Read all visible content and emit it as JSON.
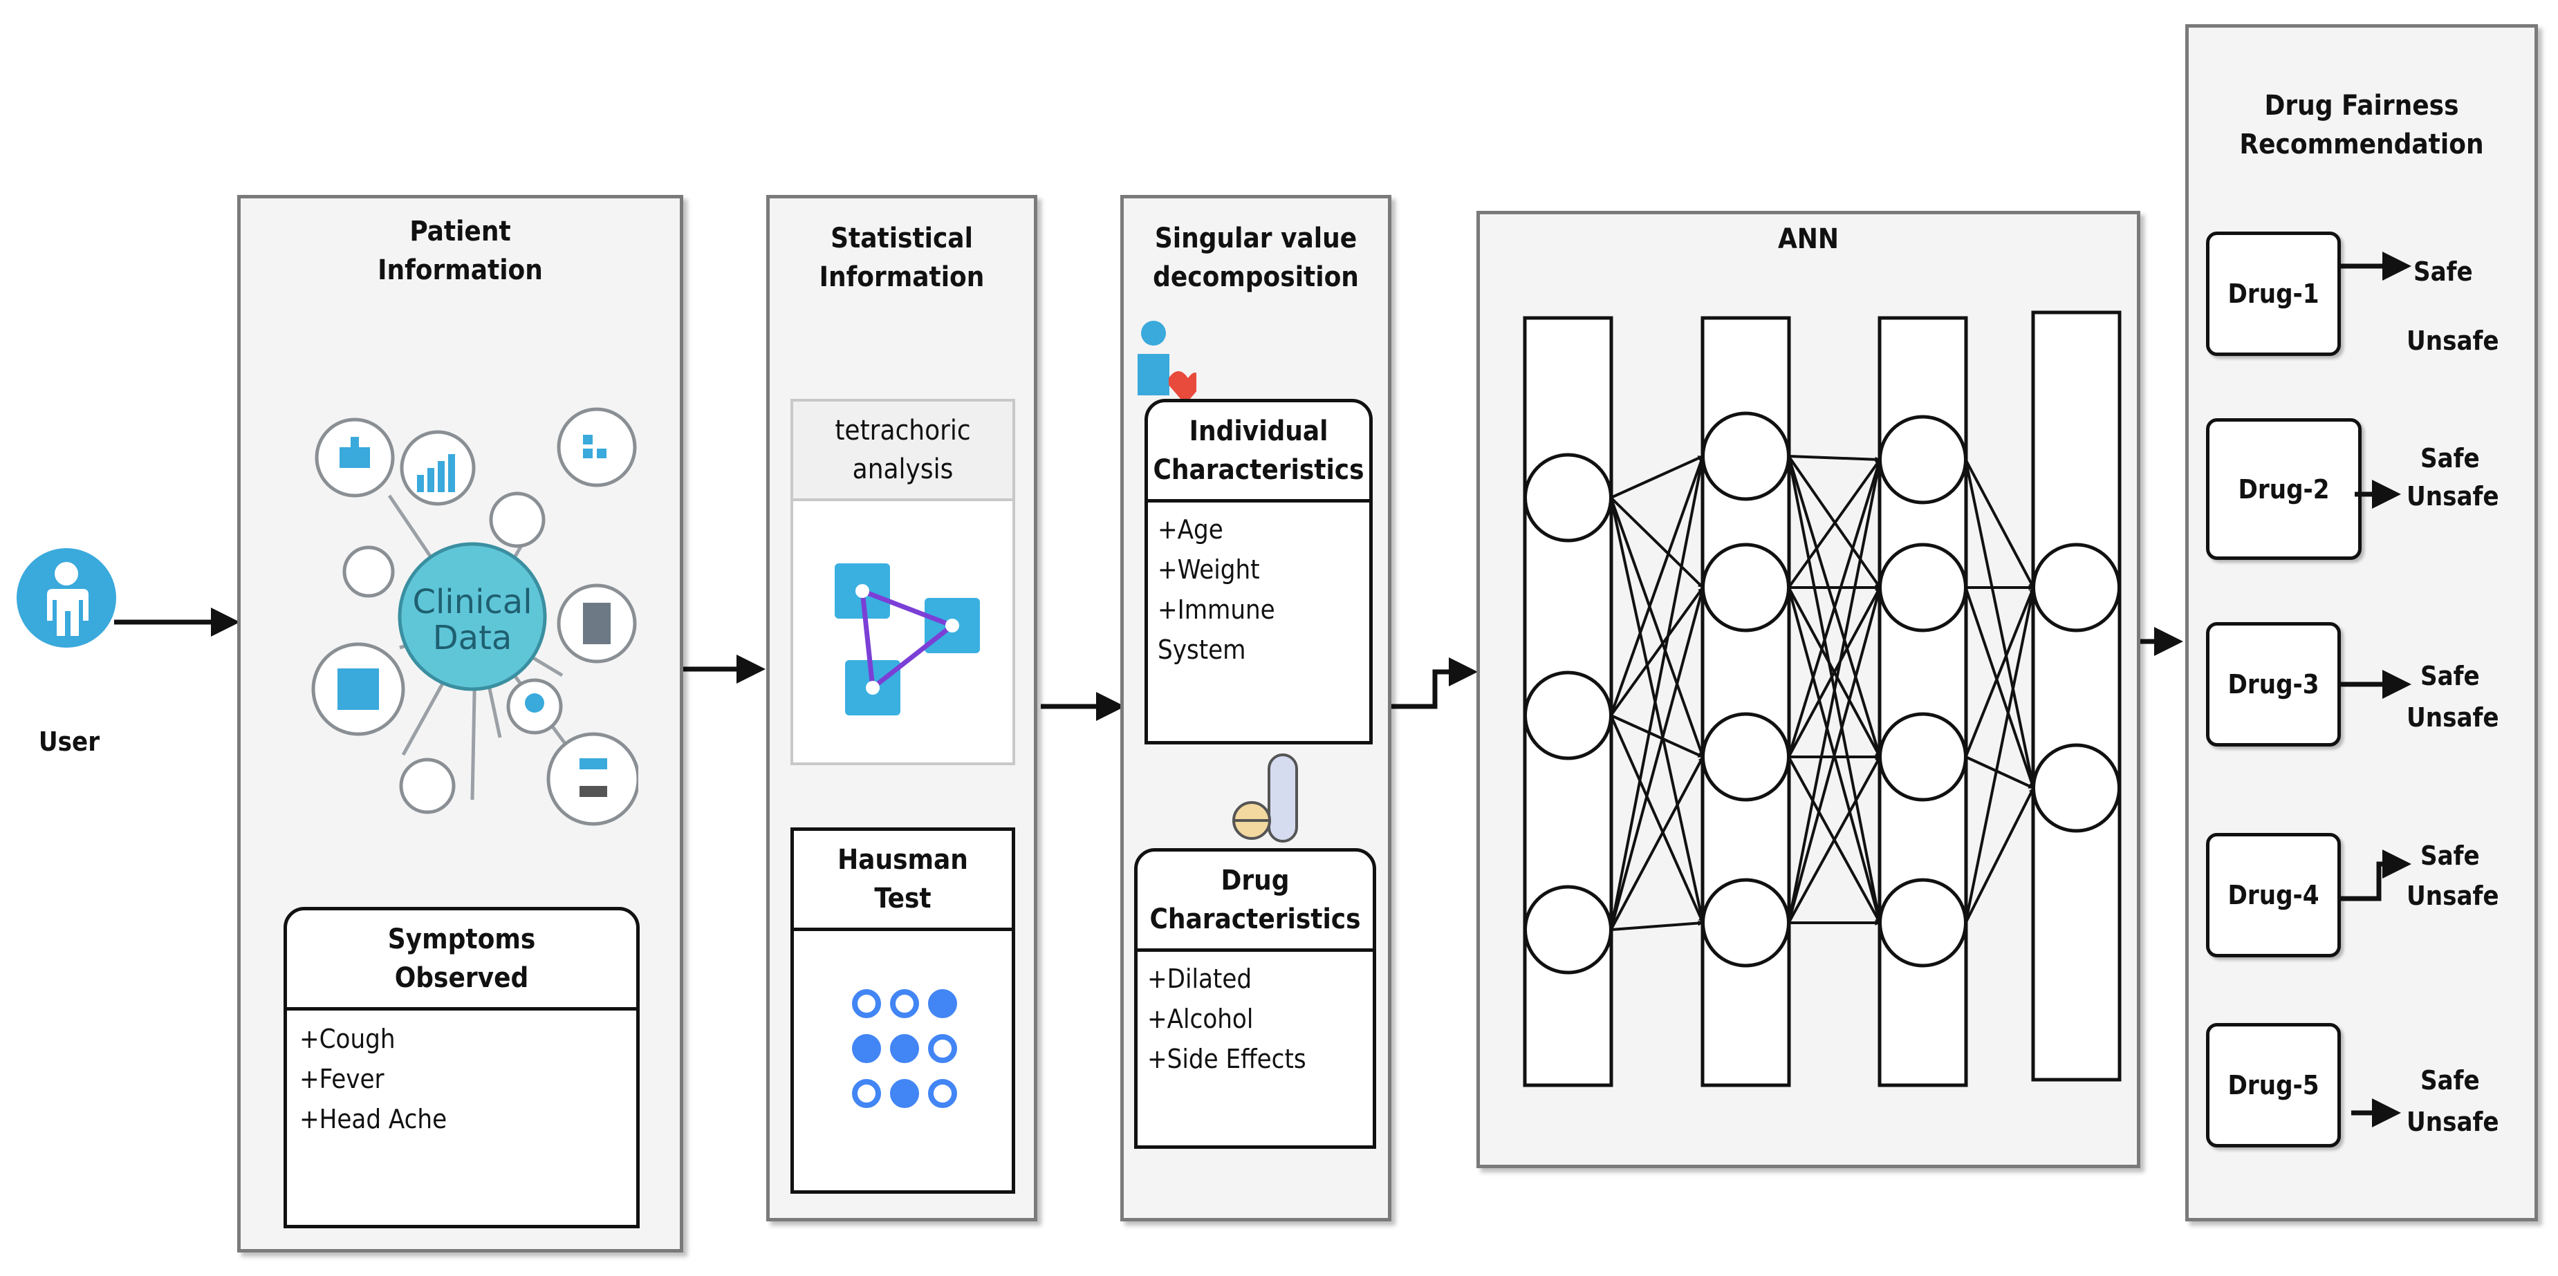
{
  "user": {
    "label": "User"
  },
  "patient": {
    "title": "Patient Information",
    "clinical_label": "Clinical Data",
    "symptoms": {
      "title": "Symptoms Observed",
      "items": [
        "+Cough",
        "+Fever",
        "+Head Ache"
      ]
    }
  },
  "statistical": {
    "title": "Statistical Information",
    "tetrachoric": "tetrachoric analysis",
    "hausman": "Hausman Test"
  },
  "svd": {
    "title": "Singular value decomposition",
    "individual": {
      "title": "Individual Characteristics",
      "items": [
        "+Age",
        "+Weight",
        "+Immune",
        "System"
      ]
    },
    "drug": {
      "title": "Drug Characteristics",
      "items": [
        "+Dilated",
        "+Alcohol",
        "+Side Effects"
      ]
    }
  },
  "ann": {
    "title": "ANN"
  },
  "recommendation": {
    "title": "Drug Fairness Recommendation",
    "drugs": [
      {
        "name": "Drug-1",
        "safe": "Safe",
        "unsafe": "Unsafe"
      },
      {
        "name": "Drug-2",
        "safe": "Safe",
        "unsafe": "Unsafe"
      },
      {
        "name": "Drug-3",
        "safe": "Safe",
        "unsafe": "Unsafe"
      },
      {
        "name": "Drug-4",
        "safe": "Safe",
        "unsafe": "Unsafe"
      },
      {
        "name": "Drug-5",
        "safe": "Safe",
        "unsafe": "Unsafe"
      }
    ]
  },
  "colors": {
    "accent_blue": "#3aa9dc",
    "clinical_teal": "#5fc6d8",
    "google_blue": "#4285f4"
  }
}
